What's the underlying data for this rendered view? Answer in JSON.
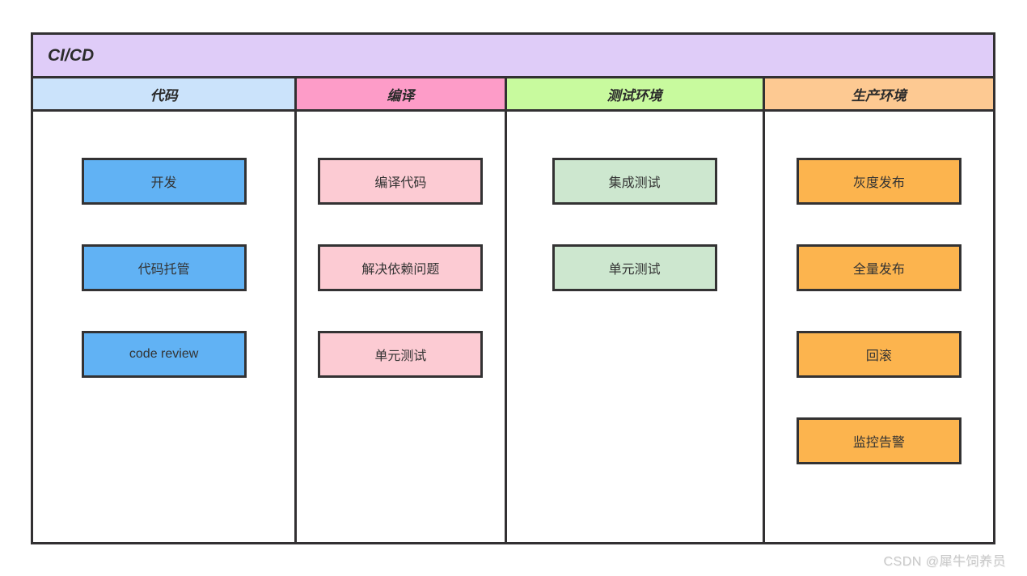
{
  "diagram": {
    "title": "CI/CD",
    "type": "swimlane-flow",
    "colors": {
      "pool_title_bg": "#dfccf8",
      "border": "#323032",
      "lane_header_bgs": [
        "#cbe3fb",
        "#fd9cc8",
        "#c8fa9e",
        "#fdc992"
      ],
      "task_box_bgs": [
        "#61b2f4",
        "#fccbd3",
        "#cde7cf",
        "#fcb44e"
      ],
      "text": "#2b2b2b",
      "watermark_text": "#c9c9c9"
    },
    "lanes": [
      {
        "label": "代码",
        "boxes": [
          "开发",
          "代码托管",
          "code review"
        ]
      },
      {
        "label": "编译",
        "boxes": [
          "编译代码",
          "解决依赖问题",
          "单元测试"
        ]
      },
      {
        "label": "测试环境",
        "boxes": [
          "集成测试",
          "单元测试"
        ]
      },
      {
        "label": "生产环境",
        "boxes": [
          "灰度发布",
          "全量发布",
          "回滚",
          "监控告警"
        ]
      }
    ]
  },
  "watermark": "CSDN @犀牛饲养员"
}
